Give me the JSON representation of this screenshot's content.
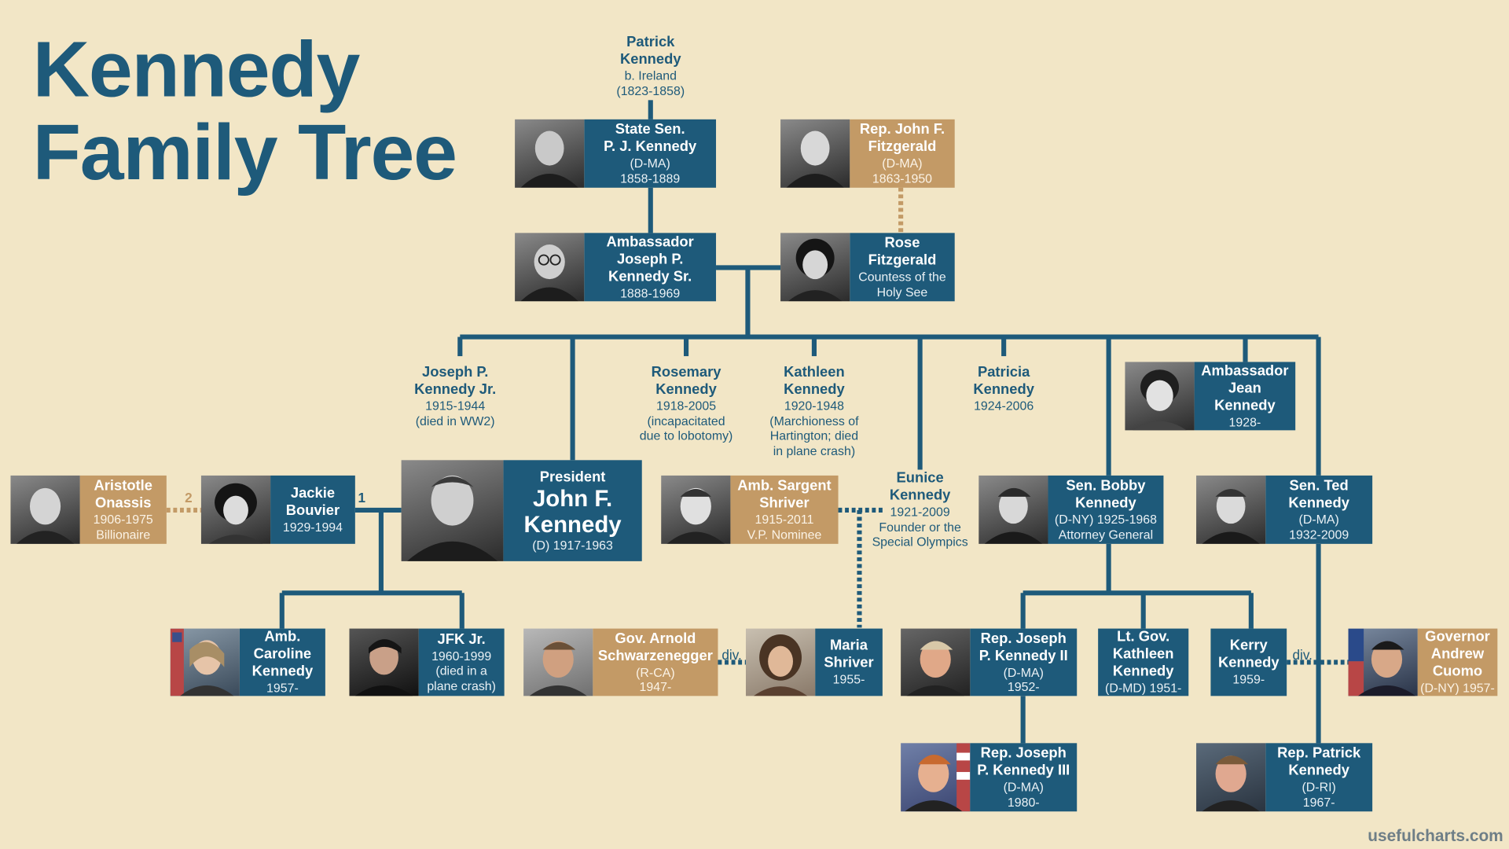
{
  "title": {
    "line1": "Kennedy",
    "line2": "Family Tree"
  },
  "credit": "usefulcharts.com",
  "colors": {
    "blue": "#1E5A7A",
    "tan": "#C39A66",
    "background": "#F2E6C6"
  },
  "people": {
    "patrick": {
      "name": "Patrick\nKennedy",
      "details": "b. Ireland\n(1823-1858)"
    },
    "pj": {
      "name": "State Sen.\nP. J. Kennedy",
      "details": "(D-MA)\n1858-1889"
    },
    "fitzgerald": {
      "name": "Rep. John F.\nFitzgerald",
      "details": "(D-MA)\n1863-1950"
    },
    "joe_sr": {
      "name": "Ambassador\nJoseph P.\nKennedy Sr.",
      "details": "1888-1969"
    },
    "rose": {
      "name": "Rose\nFitzgerald",
      "details": "Countess of the\nHoly See"
    },
    "joe_jr": {
      "name": "Joseph P.\nKennedy Jr.",
      "details": "1915-1944\n(died in WW2)"
    },
    "rosemary": {
      "name": "Rosemary\nKennedy",
      "details": "1918-2005\n(incapacitated\ndue to lobotomy)"
    },
    "kathleen": {
      "name": "Kathleen\nKennedy",
      "details": "1920-1948\n(Marchioness of\nHartington; died\nin plane crash)"
    },
    "patricia": {
      "name": "Patricia\nKennedy",
      "details": "1924-2006"
    },
    "jean": {
      "name": "Ambassador\nJean\nKennedy",
      "details": "1928-"
    },
    "onassis": {
      "name": "Aristotle\nOnassis",
      "details": "1906-1975\nBillionaire"
    },
    "jackie": {
      "name": "Jackie\nBouvier",
      "details": "1929-1994"
    },
    "jfk": {
      "prefix": "President",
      "name": "John F.\nKennedy",
      "details": "(D) 1917-1963"
    },
    "sargent": {
      "name": "Amb. Sargent\nShriver",
      "details": "1915-2011\nV.P. Nominee"
    },
    "eunice": {
      "name": "Eunice\nKennedy",
      "details": "1921-2009\nFounder or the\nSpecial Olympics"
    },
    "bobby": {
      "name": "Sen. Bobby\nKennedy",
      "details": "(D-NY) 1925-1968\nAttorney General"
    },
    "ted": {
      "name": "Sen. Ted\nKennedy",
      "details": "(D-MA)\n1932-2009"
    },
    "caroline": {
      "name": "Amb.\nCaroline\nKennedy",
      "details": "1957-"
    },
    "jfk_jr": {
      "name": "JFK Jr.",
      "details": "1960-1999\n(died in a\nplane crash)"
    },
    "arnold": {
      "name": "Gov. Arnold\nSchwarzenegger",
      "details": "(R-CA)\n1947-"
    },
    "maria": {
      "name": "Maria\nShriver",
      "details": "1955-"
    },
    "joe2": {
      "name": "Rep. Joseph\nP. Kennedy II",
      "details": "(D-MA)\n1952-"
    },
    "kathleen2": {
      "name": "Lt. Gov.\nKathleen\nKennedy",
      "details": "(D-MD) 1951-"
    },
    "kerry": {
      "name": "Kerry\nKennedy",
      "details": "1959-"
    },
    "cuomo": {
      "name": "Governor\nAndrew\nCuomo",
      "details": "(D-NY) 1957-"
    },
    "joe3": {
      "name": "Rep. Joseph\nP. Kennedy III",
      "details": "(D-MA)\n1980-"
    },
    "patrick2": {
      "name": "Rep. Patrick\nKennedy",
      "details": "(D-RI)\n1967-"
    }
  },
  "marriage_labels": {
    "first": "1",
    "second": "2",
    "divorced_arnold": "div.",
    "divorced_kerry": "div."
  }
}
